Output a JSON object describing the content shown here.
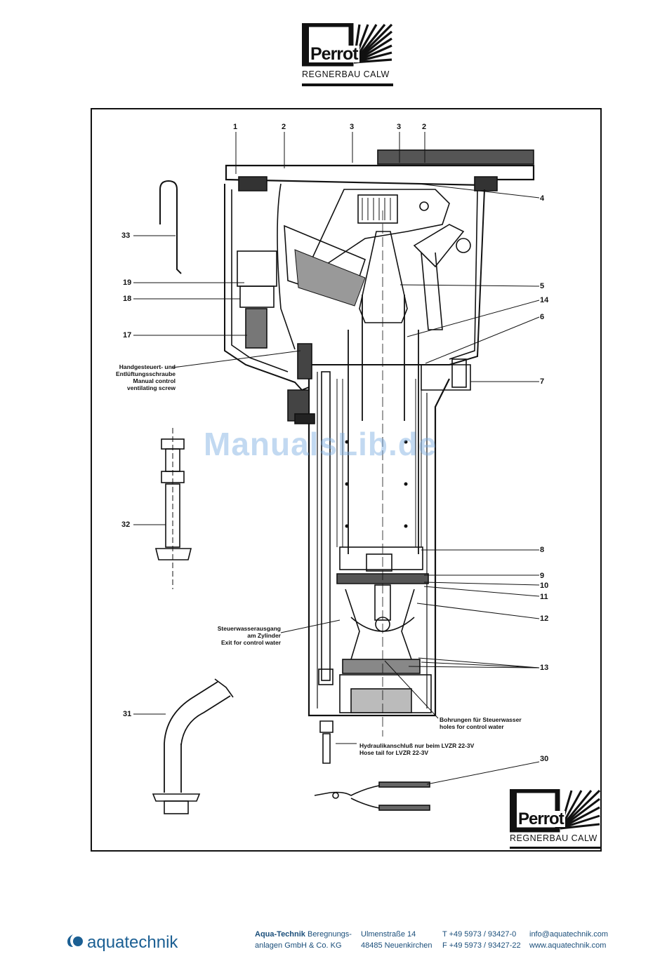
{
  "logo": {
    "word": "Perrot",
    "tagline": "REGNERBAU CALW"
  },
  "callouts": {
    "c1": "1",
    "c2a": "2",
    "c3a": "3",
    "c3b": "3",
    "c2b": "2",
    "c4": "4",
    "c5": "5",
    "c14": "14",
    "c6": "6",
    "c7": "7",
    "c8": "8",
    "c9": "9",
    "c10": "10",
    "c11": "11",
    "c12": "12",
    "c13": "13",
    "c30": "30",
    "c31": "31",
    "c32": "32",
    "c33": "33",
    "c19": "19",
    "c18": "18",
    "c17": "17"
  },
  "notes": {
    "manual_de_1": "Handgesteuert- und",
    "manual_de_2": "Entlüftungsschraube",
    "manual_en_1": "Manual control",
    "manual_en_2": "ventilating screw",
    "exit_de_1": "Steuerwasserausgang",
    "exit_de_2": "am Zylinder",
    "exit_en": "Exit for control water",
    "holes_de": "Bohrungen für Steuerwasser",
    "holes_en": "holes for control water",
    "hose_de": "Hydraulikanschluß nur beim LVZR 22-3V",
    "hose_en": "Hose tail for LVZR 22-3V"
  },
  "watermark": "ManualsLib.de",
  "footer": {
    "brand": "aquatechnik",
    "company_bold": "Aqua-Technik",
    "company_rest": " Beregnungs-",
    "company_line2": "anlagen GmbH & Co. KG",
    "street": "Ulmenstraße 14",
    "city": "48485 Neuenkirchen",
    "phone": "T +49 5973 / 93427-0",
    "fax": "F +49 5973 / 93427-22",
    "email": "info@aquatechnik.com",
    "web": "www.aquatechnik.com"
  },
  "colors": {
    "ink": "#111111",
    "brand_blue": "#1b5f93",
    "watermark": "#78aae1"
  }
}
